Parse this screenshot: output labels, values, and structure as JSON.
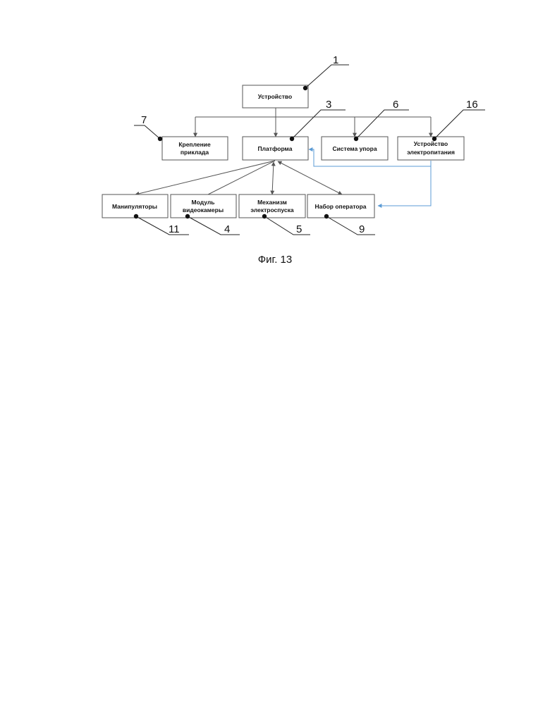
{
  "figure": {
    "caption": "Фиг. 13",
    "nodes": {
      "device": {
        "number": "1",
        "lines": [
          "Устройство"
        ]
      },
      "mount": {
        "number": "7",
        "lines": [
          "Крепление",
          "приклада"
        ]
      },
      "platform": {
        "number": "3",
        "lines": [
          "Платформа"
        ]
      },
      "stop_system": {
        "number": "6",
        "lines": [
          "Система упора"
        ]
      },
      "power": {
        "number": "16",
        "lines": [
          "Устройство",
          "электропитания"
        ]
      },
      "manipulators": {
        "number": "11",
        "lines": [
          "Манипуляторы"
        ]
      },
      "camera": {
        "number": "4",
        "lines": [
          "Модуль",
          "видеокамеры"
        ]
      },
      "trigger": {
        "number": "5",
        "lines": [
          "Механизм",
          "электроспуска"
        ]
      },
      "operator_set": {
        "number": "9",
        "lines": [
          "Набор оператора"
        ]
      }
    }
  },
  "colors": {
    "line": "#555555",
    "box_border": "#555555",
    "power_link": "#5b9bd5"
  }
}
